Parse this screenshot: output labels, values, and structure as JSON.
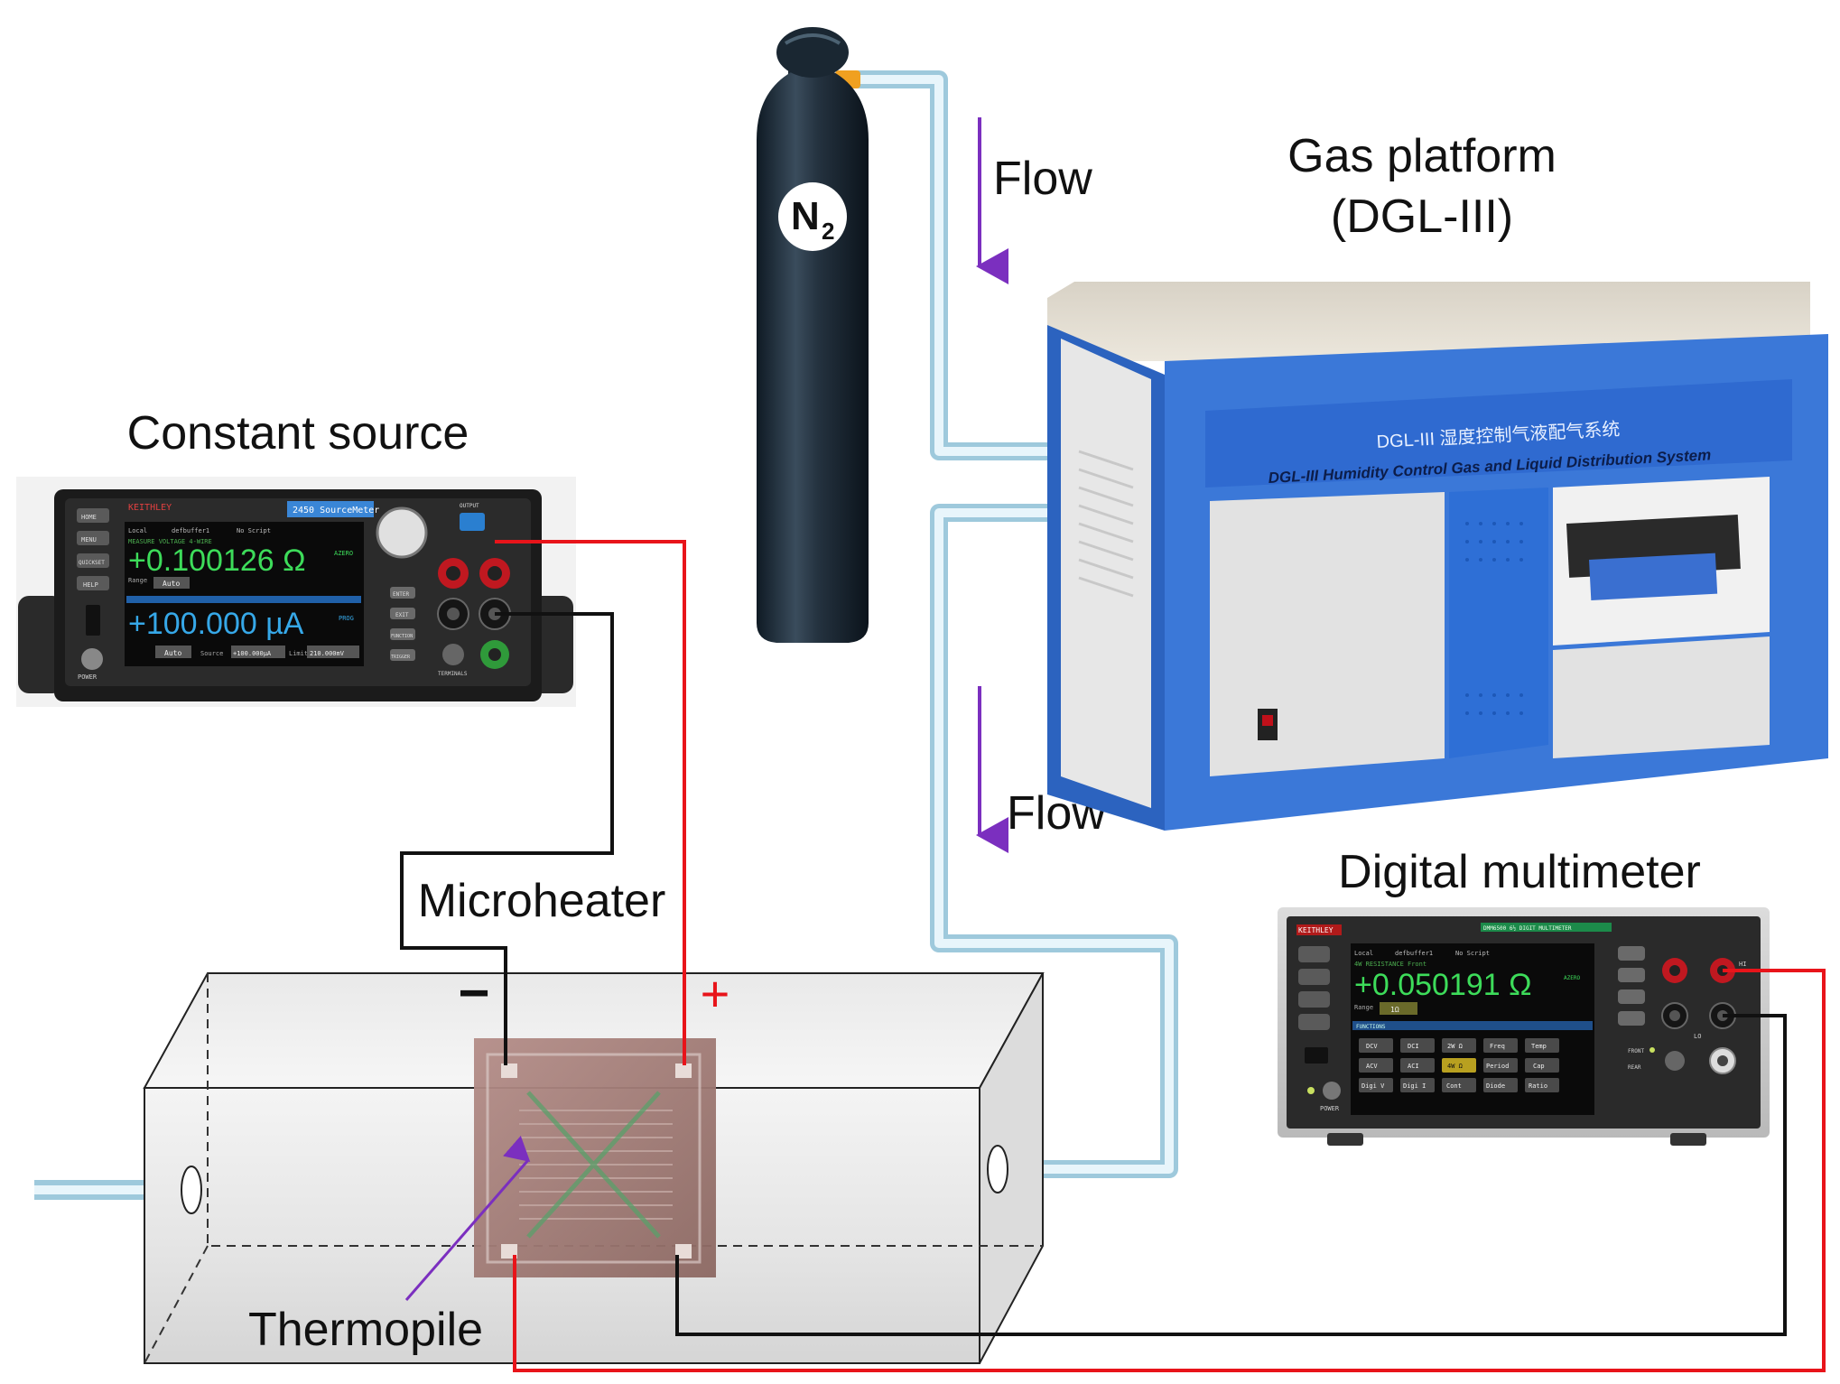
{
  "labels": {
    "constant_source": "Constant source",
    "gas_platform_line1": "Gas platform",
    "gas_platform_line2": "(DGL-III)",
    "flow_top": "Flow",
    "flow_bottom": "Flow",
    "digital_multimeter": "Digital multimeter",
    "microheater": "Microheater",
    "thermopile": "Thermopile",
    "minus": "−",
    "plus": "+"
  },
  "cylinder": {
    "gas_letter": "N",
    "gas_subscript": "2"
  },
  "sourcemeter": {
    "brand": "KEITHLEY",
    "model": "2450 SourceMeter",
    "status_left": "Local",
    "status_buffer": "defbuffer1",
    "status_script": "No Script",
    "mode_line": "MEASURE VOLTAGE 4-WIRE",
    "measure_value": "+0.100126 Ω",
    "range_label": "Range",
    "range_value": "Auto",
    "source_value": "+100.000 µA",
    "source_auto": "Auto",
    "source_label": "Source",
    "source_set": "+100.000µA",
    "limit_label": "Limit",
    "limit_set": "210.000mV",
    "azero": "AZERO",
    "prog": "PROG",
    "buttons_left": [
      "HOME",
      "MENU",
      "QUICKSET",
      "HELP"
    ],
    "buttons_right": [
      "ENTER",
      "EXIT",
      "FUNCTION",
      "TRIGGER"
    ],
    "power": "POWER",
    "terminals": "TERMINALS",
    "output": "OUTPUT"
  },
  "gas_platform": {
    "panel_cn": "DGL-III 湿度控制气液配气系统",
    "panel_en": "DGL-III Humidity Control Gas and Liquid Distribution System"
  },
  "dmm": {
    "brand": "KEITHLEY",
    "header": "DMM6500 6½ DIGIT MULTIMETER",
    "status_left": "Local",
    "status_buffer": "defbuffer1",
    "status_script": "No Script",
    "mode_line": "4W RESISTANCE Front",
    "value": "+0.050191 Ω",
    "range_label": "Range",
    "range_value": "1Ω",
    "functions_label": "FUNCTIONS",
    "azero": "AZERO",
    "keys": [
      "DCV",
      "DCI",
      "2W Ω",
      "Freq",
      "Temp",
      "ACV",
      "ACI",
      "4W Ω",
      "Period",
      "Cap",
      "Digi V",
      "Digi I",
      "Cont",
      "Diode",
      "Ratio"
    ],
    "front": "FRONT",
    "rear": "REAR",
    "hi": "HI",
    "lo": "LO",
    "power": "POWER"
  },
  "colors": {
    "tube": "#bfe1ef",
    "arrow": "#7b2fbf",
    "wire_red": "#e8141a",
    "wire_black": "#111111",
    "platform_blue": "#3b78d8"
  }
}
